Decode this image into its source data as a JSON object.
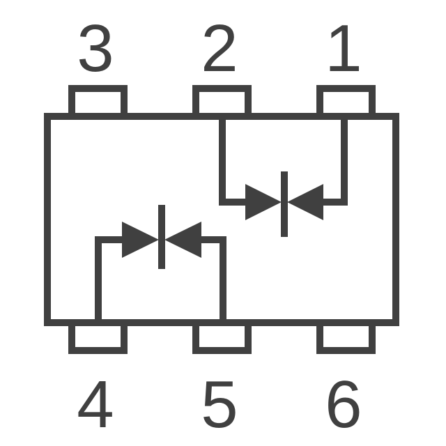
{
  "diagram": {
    "pins_top": [
      {
        "label": "3"
      },
      {
        "label": "2"
      },
      {
        "label": "1"
      }
    ],
    "pins_bottom": [
      {
        "label": "4"
      },
      {
        "label": "5"
      },
      {
        "label": "6"
      }
    ],
    "components": [
      {
        "type": "bidirectional-diode",
        "connects": [
          "2",
          "1"
        ]
      },
      {
        "type": "bidirectional-diode",
        "connects": [
          "4",
          "5"
        ]
      }
    ],
    "colors": {
      "stroke": "#404040",
      "fill": "#404040",
      "background": "#ffffff"
    }
  }
}
